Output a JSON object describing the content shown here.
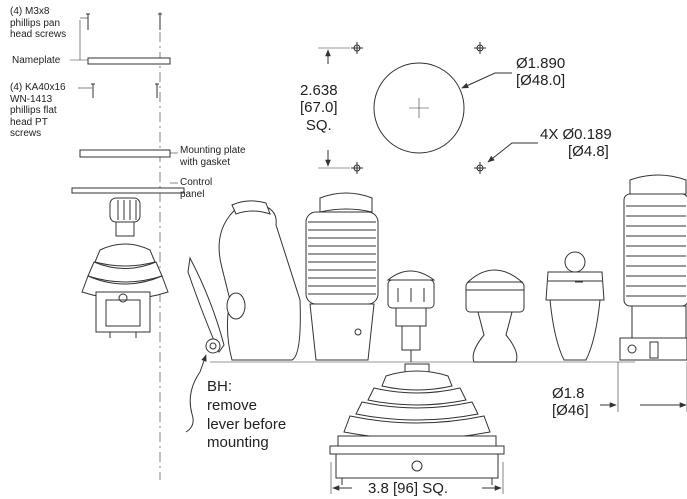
{
  "callouts": {
    "pan_screws": [
      "(4) M3x8",
      "phillips pan",
      "head screws"
    ],
    "nameplate": "Nameplate",
    "pt_screws": [
      "(4) KA40x16",
      "WN-1413",
      "phillips flat",
      "head PT",
      "screws"
    ],
    "mounting_plate": [
      "Mounting plate",
      "with gasket"
    ],
    "control_panel": [
      "Control",
      "panel"
    ]
  },
  "dimensions": {
    "square_in": "2.638",
    "square_mm": "[67.0]",
    "square_suffix": "SQ.",
    "hole_dia_in": "Ø1.890",
    "hole_dia_mm": "[Ø48.0]",
    "screw_holes_in": "4X Ø0.189",
    "screw_holes_mm": "[Ø4.8]",
    "boot_dia_in": "Ø1.8",
    "boot_dia_mm": "[Ø46]",
    "base_square": "3.8 [96] SQ."
  },
  "notes": {
    "bh": [
      "BH:",
      "remove",
      "lever before",
      "mounting"
    ]
  }
}
